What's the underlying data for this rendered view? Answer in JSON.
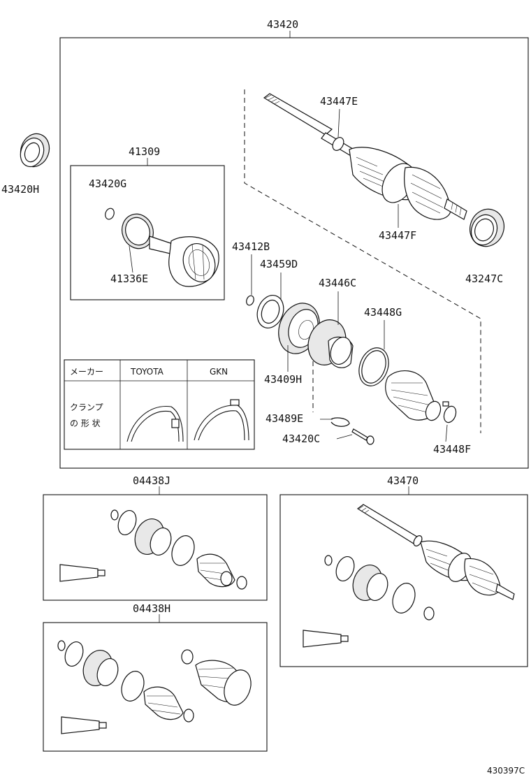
{
  "labels": {
    "assembly_main": "43420",
    "seal_left": "43420H",
    "inner_joint_kit": "41309",
    "snap_ring_g": "43420G",
    "joint_housing": "41336E",
    "outer_clamp_e": "43447E",
    "outer_clamp_f": "43447F",
    "dust_seal_c": "43247C",
    "snap_ring_b": "43412B",
    "hole_snap_ring": "43459D",
    "inner_joint_c": "43446C",
    "boot_clamp_g": "43448G",
    "inner_boot": "43409H",
    "clip_e": "43489E",
    "bolt_c": "43420C",
    "boot_clamp_f": "43448F",
    "boot_kit_j": "04438J",
    "boot_kit_h": "04438H",
    "shaft_assembly": "43470",
    "drawing_code": "430397C"
  },
  "table": {
    "header_maker": "メーカー",
    "header_toyota": "TOYOTA",
    "header_gkn": "GKN",
    "row_label_line1": "クランプ",
    "row_label_line2": "の 形 状"
  }
}
